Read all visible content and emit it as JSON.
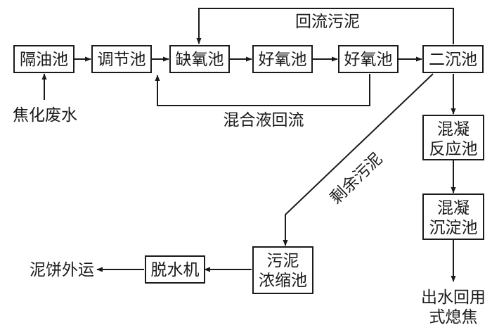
{
  "nodes": {
    "oil_sep": {
      "label": "隔油池"
    },
    "regulating": {
      "label": "调节池"
    },
    "anoxic": {
      "label": "缺氧池"
    },
    "aerobic1": {
      "label": "好氧池"
    },
    "aerobic2": {
      "label": "好氧池"
    },
    "secondary": {
      "label": "二沉池"
    },
    "coag_reaction": {
      "line1": "混凝",
      "line2": "反应池"
    },
    "coag_settling": {
      "line1": "混凝",
      "line2": "沉淀池"
    },
    "thickener": {
      "line1": "污泥",
      "line2": "浓缩池"
    },
    "dewater": {
      "label": "脱水机"
    }
  },
  "labels": {
    "input": "焦化废水",
    "return_sludge": "回流污泥",
    "mixed_return": "混合液回流",
    "excess_sludge": "剩余污泥",
    "cake_out": "泥饼外运",
    "reuse_line1": "出水回用",
    "reuse_line2": "式熄焦"
  }
}
